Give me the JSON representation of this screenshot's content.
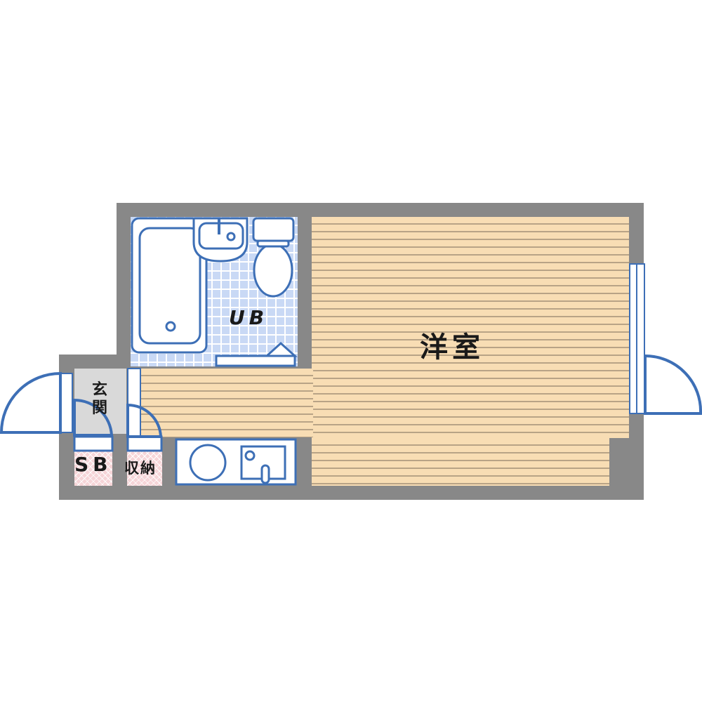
{
  "floor_plan": {
    "rooms": {
      "western_room": {
        "label": "洋室"
      },
      "unit_bath": {
        "label": "UB"
      },
      "entrance": {
        "label": "玄関"
      },
      "shoe_box": {
        "label": "SB"
      },
      "storage": {
        "label": "収納"
      }
    },
    "colors": {
      "wall": "#888888",
      "floor": "#f8ddb4",
      "floor_line": "#b8a386",
      "fixture_stroke": "#3d6fb6",
      "bath_tile": "#c9d9f5",
      "entrance_floor": "#d9d9d9",
      "storage_fill": "#f6d5d8"
    }
  }
}
